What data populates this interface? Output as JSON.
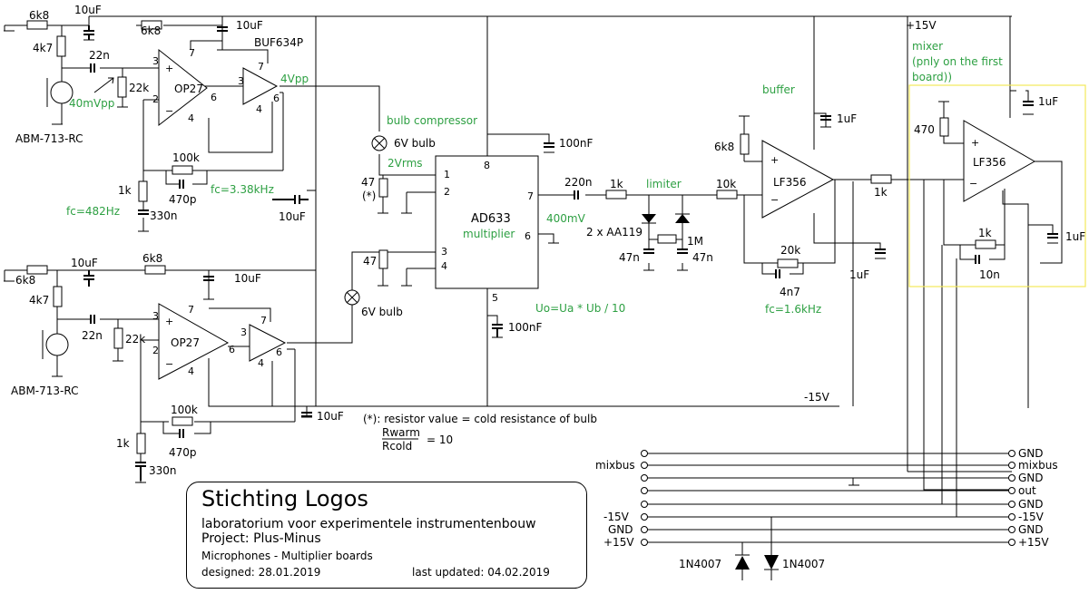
{
  "labels": {
    "r_6k8": "6k8",
    "r_4k7": "4k7",
    "r_22k": "22k",
    "r_100k": "100k",
    "r_1k": "1k",
    "r_47": "47",
    "r_470": "470",
    "r_1M": "1M",
    "r_10k": "10k",
    "r_20k": "20k",
    "c_10uF": "10uF",
    "c_1uF": "1uF",
    "c_22n": "22n",
    "c_220n": "220n",
    "c_470p": "470p",
    "c_330n": "330n",
    "c_100nF": "100nF",
    "c_47n": "47n",
    "c_4n7": "4n7",
    "c_10n": "10n",
    "mic": "ABM-713-RC",
    "op27": "OP27",
    "buf634p": "BUF634P",
    "lf356": "LF356",
    "ad633": "AD633",
    "bulb_6v": "6V bulb",
    "star": "(*)",
    "diodes": "2 x AA119",
    "d_1n4007": "1N4007",
    "plus15": "+15V",
    "minus15": "-15V",
    "p_plus": "+",
    "p_minus": "−",
    "pin_1": "1",
    "pin_2": "2",
    "pin_3": "3",
    "pin_4": "4",
    "pin_5": "5",
    "pin_6": "6",
    "pin_7": "7",
    "pin_8": "8"
  },
  "annotations": {
    "mixer": "mixer",
    "mixer_note": "(pnly on the first",
    "mixer_note2": "board))",
    "buffer": "buffer",
    "bulb_compressor": "bulb compressor",
    "v_40mvpp": "40mVpp",
    "v_4vpp": "4Vpp",
    "v_2vrms": "2Vrms",
    "v_400mv": "400mV",
    "multiplier": "multiplier",
    "limiter": "limiter",
    "fc_338": "fc=3.38kHz",
    "fc_482": "fc=482Hz",
    "fc_16": "fc=1.6kHz",
    "formula": "Uo=Ua * Ub / 10"
  },
  "notes": {
    "resistor_note": "(*): resistor value = cold resistance of bulb",
    "ratio_num": "Rwarm",
    "ratio_den": "Rcold",
    "ratio_val": "= 10"
  },
  "bus": {
    "left": [
      "mixbus",
      "-15V",
      "GND",
      "+15V"
    ],
    "right": [
      "GND",
      "mixbus",
      "GND",
      "out",
      "GND",
      "-15V",
      "GND",
      "+15V"
    ]
  },
  "title_block": {
    "org": "Stichting Logos",
    "lab": "laboratorium voor experimentele instrumentenbouw",
    "project": "Project: Plus-Minus",
    "subtitle": "Microphones - Multiplier boards",
    "designed": "designed: 28.01.2019",
    "updated": "last updated:  04.02.2019"
  },
  "colors": {
    "annotation": "#2ea043",
    "mixer_box": "#f2e85a",
    "ink": "#000000"
  }
}
